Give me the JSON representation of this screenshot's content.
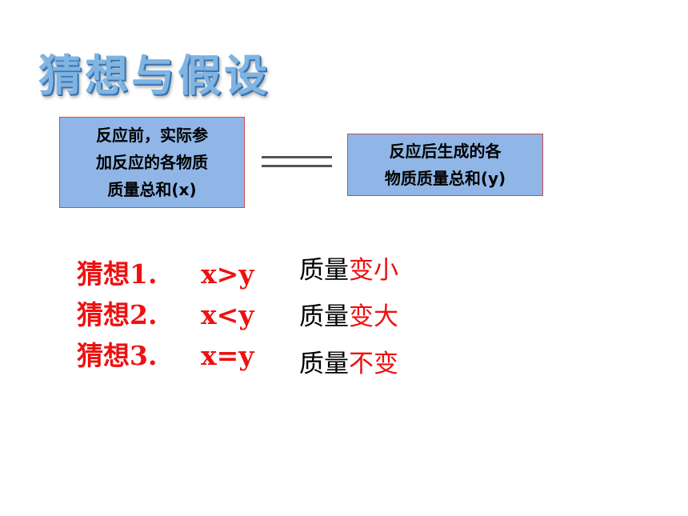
{
  "title": "猜想与假设",
  "left_box": {
    "lines": [
      "反应前，实际参",
      "加反应的各物质",
      "质量总和(x)"
    ]
  },
  "right_box": {
    "lines": [
      "反应后生成的各",
      "物质质量总和(y)"
    ]
  },
  "guesses": [
    {
      "label": "猜想1.",
      "relation": "x>y",
      "result_plain": "质量",
      "result_accent": "变小"
    },
    {
      "label": "猜想2.",
      "relation": "x<y",
      "result_plain": "质量",
      "result_accent": "变大"
    },
    {
      "label": "猜想3.",
      "relation": "x=y",
      "result_plain": "质量",
      "result_accent": "不变"
    }
  ],
  "colors": {
    "accent": "#ee1111",
    "box_fill": "#8fb6e6",
    "box_border": "#d04a4a",
    "title": "#7fb4e3"
  }
}
